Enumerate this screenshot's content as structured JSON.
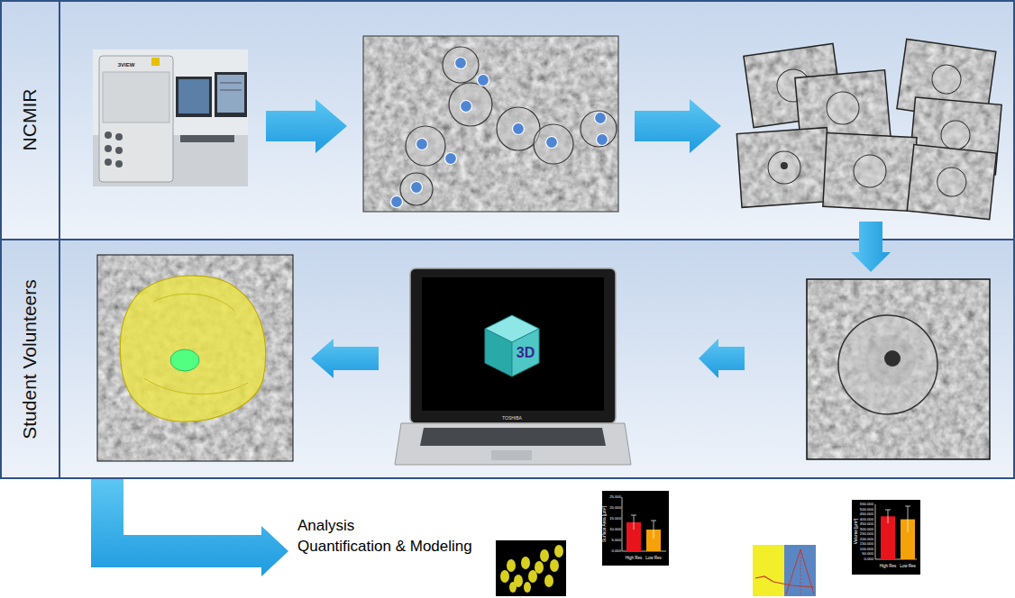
{
  "diagram": {
    "nodes": [
      {
        "text": [
          "NCMIR"
        ]
      },
      {
        "text": [
          "Student Volunteers"
        ]
      }
    ],
    "labels": [
      "3VIEW",
      "TOSHIBA",
      "3D",
      "Analysis",
      "Quantification & Modeling",
      "Surface Area [µm²]",
      "25.000",
      "20.000",
      "15.000",
      "10.000",
      "5.000",
      "0.000",
      "High Res",
      "Low Res",
      "Volume [µm³]",
      "550.000",
      "500.000",
      "450.000",
      "400.000",
      "350.000",
      "300.000",
      "250.000",
      "200.000",
      "150.000",
      "100.000",
      "50.000",
      "0.000",
      "High Res",
      "Low Res"
    ]
  }
}
